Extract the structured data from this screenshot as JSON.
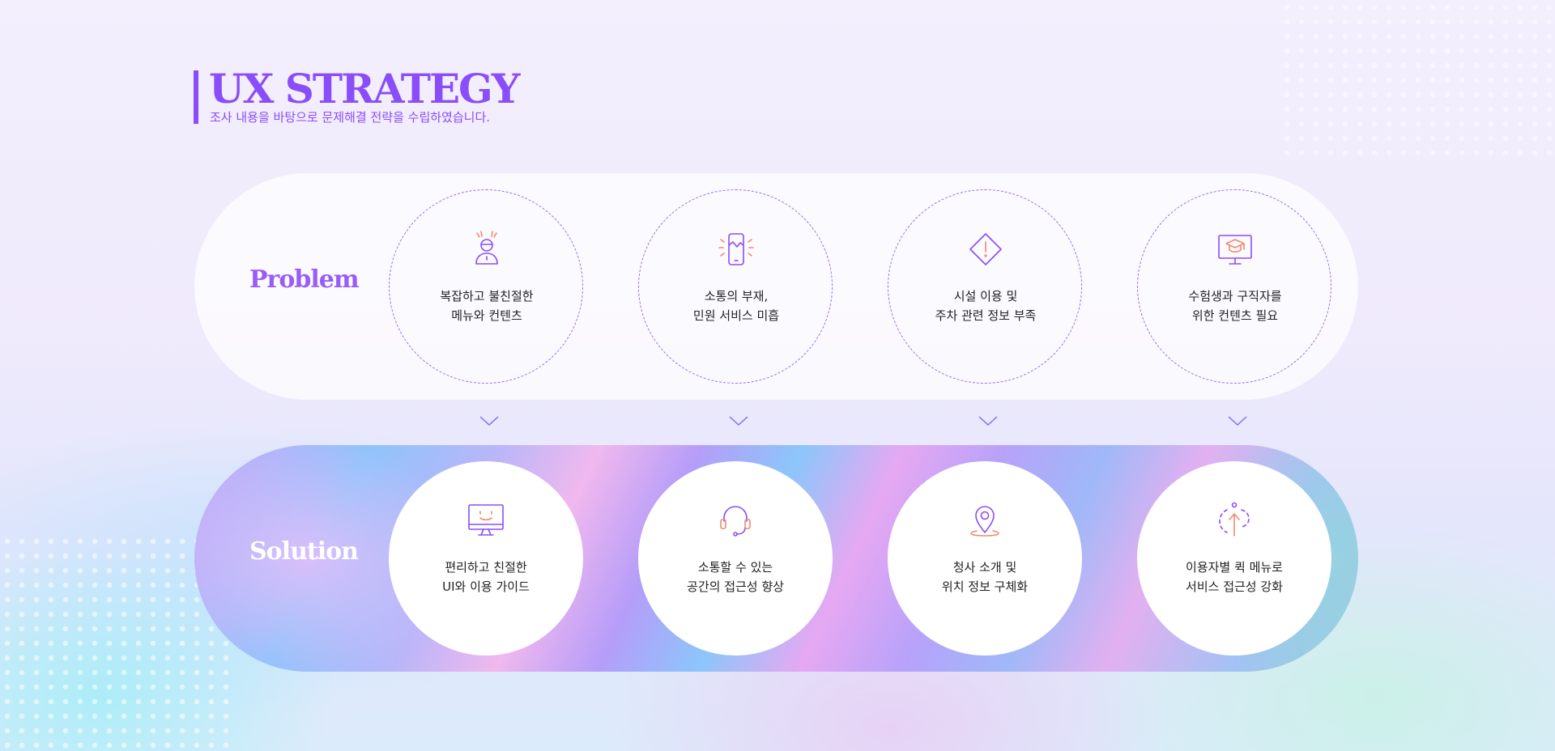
{
  "header": {
    "title": "UX STRATEGY",
    "subtitle": "조사 내용을 바탕으로 문제해결 전략을 수립하였습니다."
  },
  "problem": {
    "label": "Problem",
    "items": [
      {
        "icon": "confused-person-icon",
        "line1": "복잡하고 불친절한",
        "line2": "메뉴와 컨텐츠"
      },
      {
        "icon": "broken-phone-icon",
        "line1": "소통의 부재,",
        "line2": "민원 서비스 미흡"
      },
      {
        "icon": "warning-sign-icon",
        "line1": "시설 이용 및",
        "line2": "주차 관련 정보 부족"
      },
      {
        "icon": "graduation-monitor-icon",
        "line1": "수험생과 구직자를",
        "line2": "위한 컨텐츠 필요"
      }
    ]
  },
  "solution": {
    "label": "Solution",
    "items": [
      {
        "icon": "smiling-monitor-icon",
        "line1": "편리하고 친절한",
        "line2": "UI와 이용 가이드"
      },
      {
        "icon": "headset-icon",
        "line1": "소통할 수 있는",
        "line2": "공간의 접근성 향상"
      },
      {
        "icon": "location-pin-icon",
        "line1": "청사 소개 및",
        "line2": "위치 정보 구체화"
      },
      {
        "icon": "quick-menu-icon",
        "line1": "이용자별 퀵 메뉴로",
        "line2": "서비스 접근성 강화"
      }
    ]
  },
  "colors": {
    "accent_purple": "#8a4dfa",
    "icon_orange": "#f08a6c",
    "text_dark": "#222222"
  }
}
